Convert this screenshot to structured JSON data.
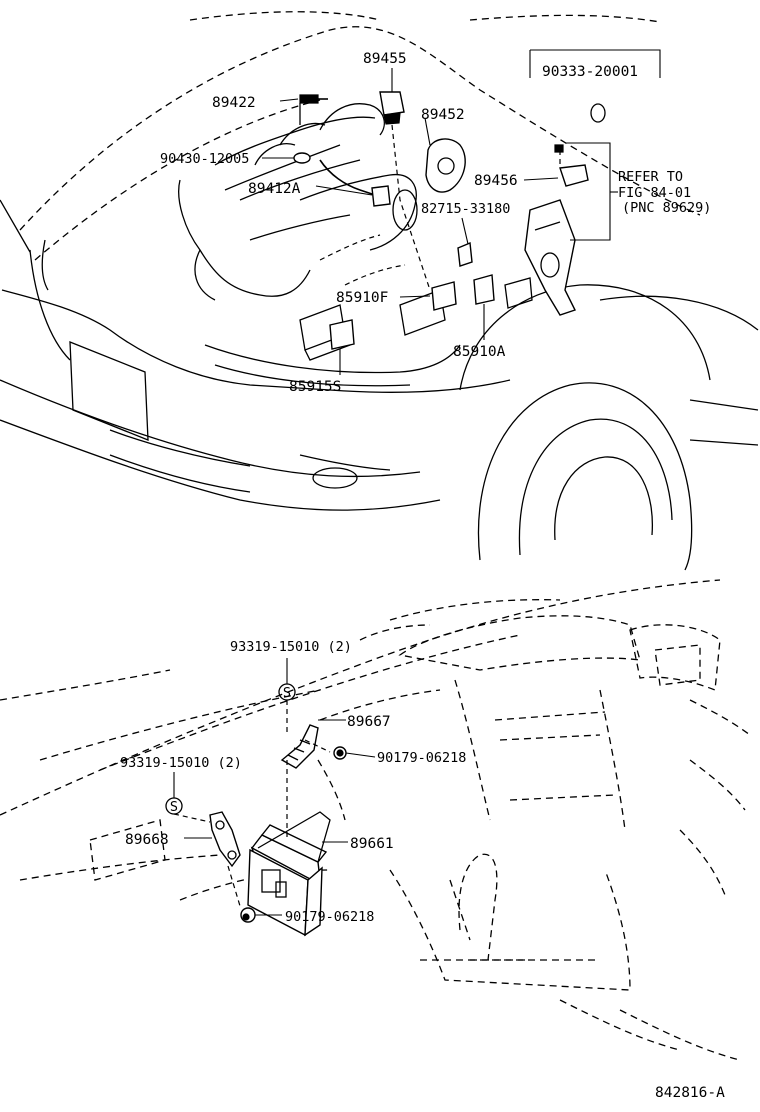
{
  "parts": {
    "p89455": "89455",
    "p90333": "90333-20001",
    "p89422": "89422",
    "p89452": "89452",
    "p90430": "90430-12005",
    "p89456": "89456",
    "p89412a": "89412A",
    "p82715": "82715-33180",
    "p85910f": "85910F",
    "p85910a": "85910A",
    "p85915s": "85915S",
    "p93319a": "93319-15010 (2)",
    "p89667": "89667",
    "p90179a": "90179-06218",
    "p93319b": "93319-15010 (2)",
    "p89668": "89668",
    "p89661": "89661",
    "p90179b": "90179-06218"
  },
  "refer": {
    "line1": "REFER TO",
    "line2": "FIG 84-01",
    "line3": "(PNC 89629)"
  },
  "symbol": "S",
  "figure_id": "842816-A"
}
